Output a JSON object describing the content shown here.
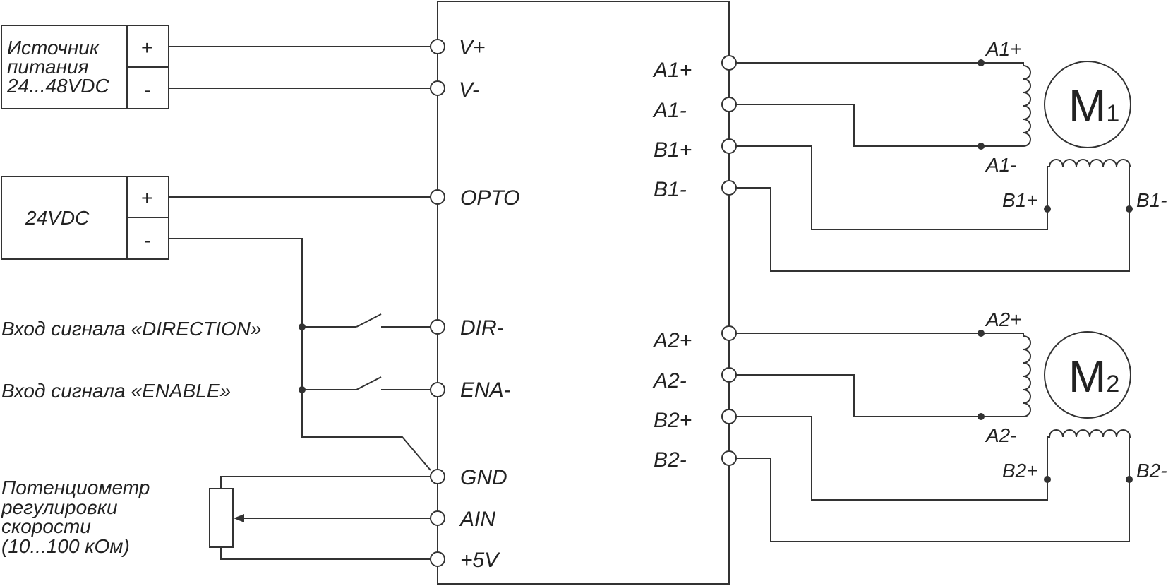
{
  "power_supply": {
    "lines": [
      "Источник",
      "питания",
      "24...48VDC"
    ],
    "plus": "+",
    "minus": "-"
  },
  "opto_supply": {
    "label": "24VDC",
    "plus": "+",
    "minus": "-"
  },
  "signals": {
    "direction": "Вход сигнала «DIRECTION»",
    "enable": "Вход сигнала «ENABLE»"
  },
  "potentiometer": {
    "lines": [
      "Потенциометр",
      "регулировки",
      "скорости",
      "(10...100 кОм)"
    ]
  },
  "driver_inputs": {
    "v_plus": "V+",
    "v_minus": "V-",
    "opto": "OPTO",
    "dir": "DIR-",
    "ena": "ENA-",
    "gnd": "GND",
    "ain": "AIN",
    "p5v": "+5V"
  },
  "driver_outputs": [
    "A1+",
    "A1-",
    "B1+",
    "B1-",
    "A2+",
    "A2-",
    "B2+",
    "B2-"
  ],
  "motor1": {
    "letter": "M",
    "sub": "1",
    "coil_a_top": "A1+",
    "coil_a_bottom": "A1-",
    "coil_b_left": "B1+",
    "coil_b_right": "B1-"
  },
  "motor2": {
    "letter": "M",
    "sub": "2",
    "coil_a_top": "A2+",
    "coil_a_bottom": "A2-",
    "coil_b_left": "B2+",
    "coil_b_right": "B2-"
  }
}
